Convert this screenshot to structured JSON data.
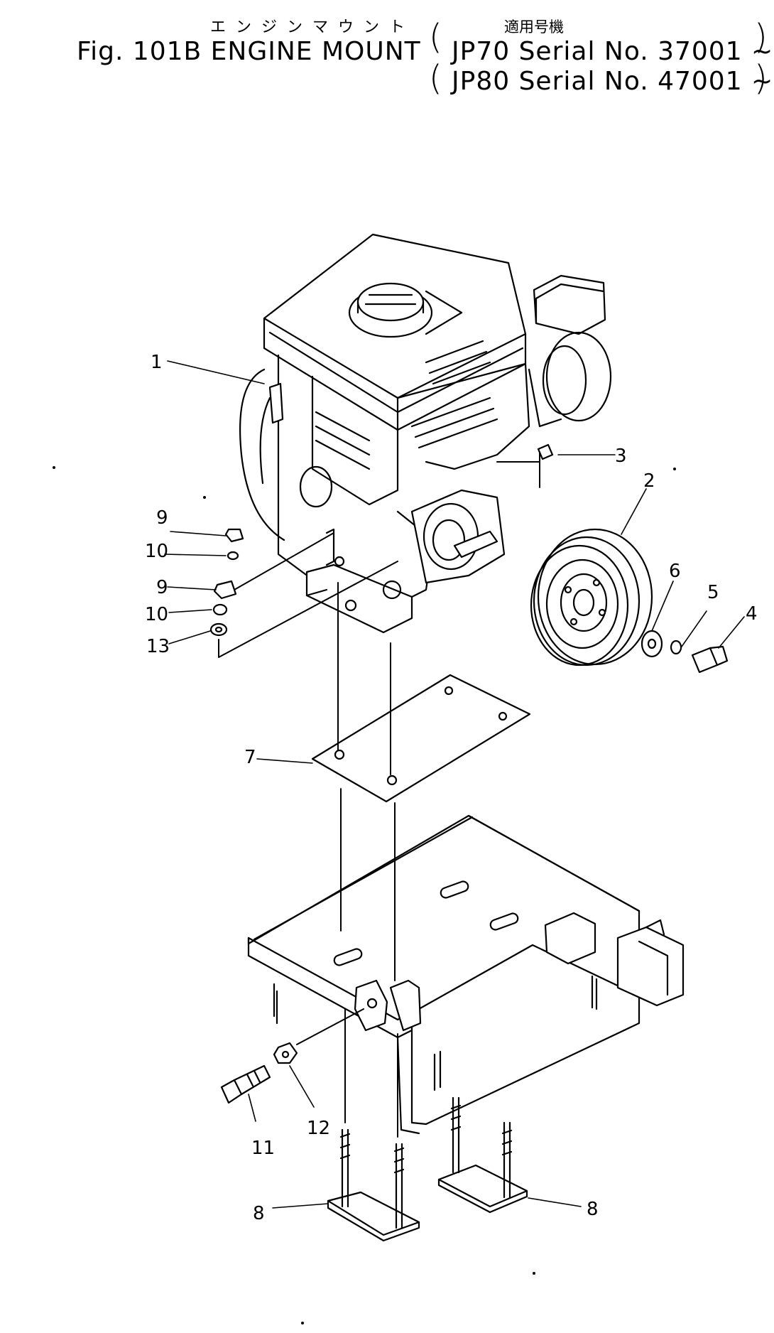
{
  "header": {
    "title_jp": "エンジンマウント",
    "applicable_jp": "適用号機",
    "fig_title": "Fig. 101B  ENGINE MOUNT",
    "serial_1": "JP70 Serial No. 37001 ~",
    "serial_2": "JP80 Serial No. 47001 ~"
  },
  "callouts": {
    "c1": "1",
    "c2": "2",
    "c3": "3",
    "c4": "4",
    "c5": "5",
    "c6": "6",
    "c7": "7",
    "c8a": "8",
    "c8b": "8",
    "c9a": "9",
    "c9b": "9",
    "c10a": "10",
    "c10b": "10",
    "c11": "11",
    "c12": "12",
    "c13": "13"
  }
}
